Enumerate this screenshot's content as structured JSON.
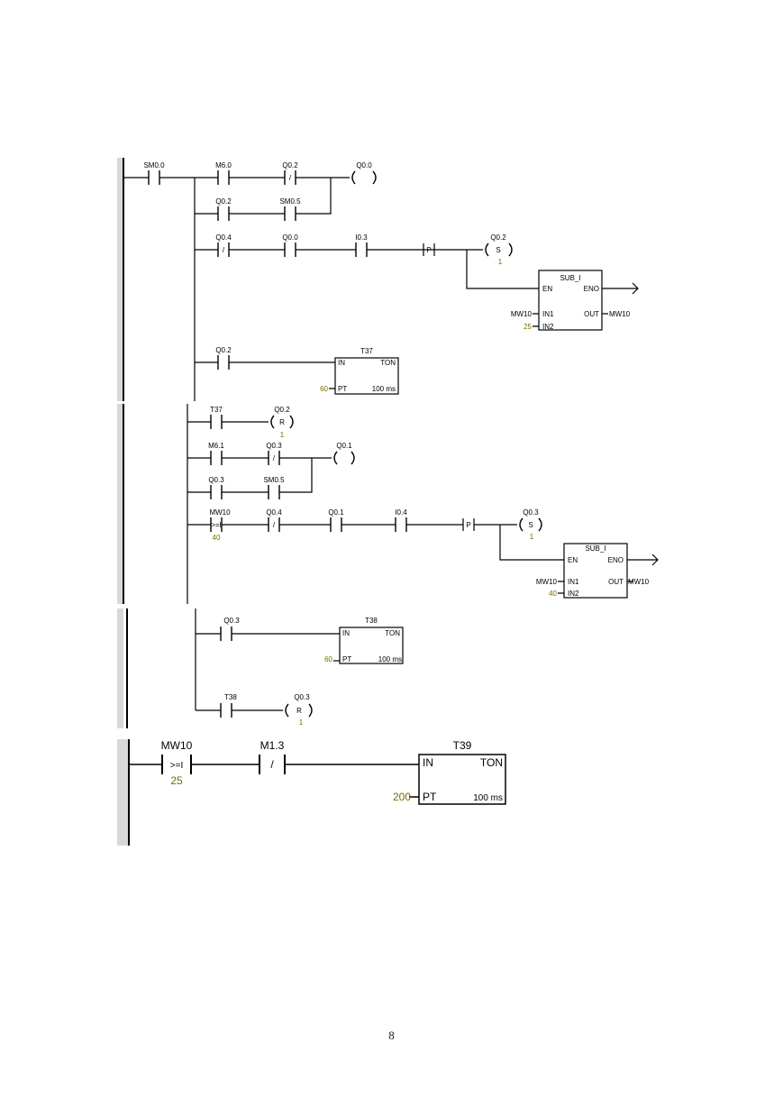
{
  "page": {
    "number": "8"
  },
  "colors": {
    "wire": "#000000",
    "param": "#7a6a00",
    "rail_shade": "#d8d8d8"
  },
  "networks": [
    {
      "contacts": [
        {
          "addr": "SM0.0",
          "sym": ""
        },
        {
          "addr": "M6.0",
          "sym": ""
        },
        {
          "addr": "Q0.2",
          "sym": "/"
        },
        {
          "addr": "Q0.2",
          "sym": ""
        },
        {
          "addr": "SM0.5",
          "sym": ""
        },
        {
          "addr": "Q0.4",
          "sym": "/"
        },
        {
          "addr": "Q0.0",
          "sym": ""
        },
        {
          "addr": "I0.3",
          "sym": ""
        },
        {
          "addr": "",
          "sym": "P"
        },
        {
          "addr": "Q0.2",
          "sym": ""
        }
      ],
      "coils": [
        {
          "addr": "Q0.0",
          "sym": "",
          "n": ""
        },
        {
          "addr": "Q0.2",
          "sym": "S",
          "n": "1"
        }
      ],
      "boxes": [
        {
          "title": "SUB_I",
          "l1": "EN",
          "r1": "ENO",
          "l2": "IN1",
          "r2": "OUT",
          "l3": "IN2",
          "in1": "MW10",
          "in2": "25",
          "out": "MW10"
        },
        {
          "title": "T37",
          "l1": "IN",
          "r1": "TON",
          "l2": "PT",
          "r2": "100 ms",
          "in2": "60"
        }
      ]
    },
    {
      "contacts": [
        {
          "addr": "T37",
          "sym": ""
        },
        {
          "addr": "M6.1",
          "sym": ""
        },
        {
          "addr": "Q0.3",
          "sym": "/"
        },
        {
          "addr": "Q0.3",
          "sym": ""
        },
        {
          "addr": "SM0.5",
          "sym": ""
        },
        {
          "addr": "MW10",
          "sym": ">=I",
          "param": "40"
        },
        {
          "addr": "Q0.4",
          "sym": "/"
        },
        {
          "addr": "Q0.1",
          "sym": ""
        },
        {
          "addr": "I0.4",
          "sym": ""
        },
        {
          "addr": "",
          "sym": "P"
        }
      ],
      "coils": [
        {
          "addr": "Q0.2",
          "sym": "R",
          "n": "1"
        },
        {
          "addr": "Q0.1",
          "sym": "",
          "n": ""
        },
        {
          "addr": "Q0.3",
          "sym": "S",
          "n": "1"
        }
      ],
      "boxes": [
        {
          "title": "SUB_I",
          "l1": "EN",
          "r1": "ENO",
          "l2": "IN1",
          "r2": "OUT",
          "l3": "IN2",
          "in1": "MW10",
          "in2": "40",
          "out": "MW10"
        }
      ]
    },
    {
      "contacts": [
        {
          "addr": "Q0.3",
          "sym": ""
        },
        {
          "addr": "T38",
          "sym": ""
        }
      ],
      "coils": [
        {
          "addr": "Q0.3",
          "sym": "R",
          "n": "1"
        }
      ],
      "boxes": [
        {
          "title": "T38",
          "l1": "IN",
          "r1": "TON",
          "l2": "PT",
          "r2": "100 ms",
          "in2": "60"
        }
      ]
    },
    {
      "contacts": [
        {
          "addr": "MW10",
          "sym": ">=I",
          "param": "25"
        },
        {
          "addr": "M1.3",
          "sym": "/"
        }
      ],
      "coils": [],
      "boxes": [
        {
          "title": "T39",
          "l1": "IN",
          "r1": "TON",
          "l2": "PT",
          "r2": "100 ms",
          "in2": "200"
        }
      ]
    }
  ]
}
